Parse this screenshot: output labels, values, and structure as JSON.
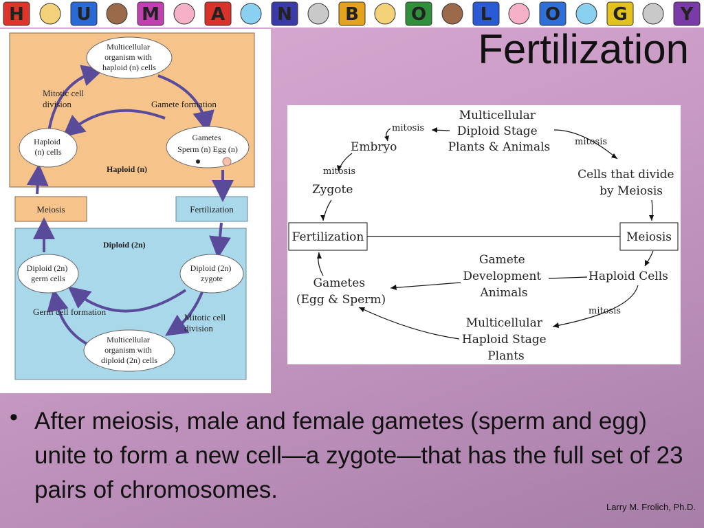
{
  "slide": {
    "title": "Fertilization",
    "bullet": "After meiosis, male and female gametes (sperm and egg) unite to form a new cell—a zygote—that has the full set of 23 pairs of chromosomes.",
    "credit": "Larry M. Frolich, Ph.D."
  },
  "banner": {
    "letters": [
      "H",
      "U",
      "M",
      "A",
      "N",
      "B",
      "O",
      "L",
      "O",
      "G",
      "Y"
    ],
    "colors": [
      "#e0342a",
      "#2a6ad6",
      "#c23fb2",
      "#d8322a",
      "#3a3aa8",
      "#e3a31f",
      "#2f8f3a",
      "#2a5ad6",
      "#2f6fd8",
      "#e3c21f",
      "#7a3aa8"
    ]
  },
  "left_diagram": {
    "haploid_zone_label": "Haploid (n)",
    "diploid_zone_label": "Diploid (2n)",
    "meiosis_label": "Meiosis",
    "fertilization_label": "Fertilization",
    "haploid_organism": [
      "Multicellular",
      "organism with",
      "haploid (n) cells"
    ],
    "mitotic_division_top": [
      "Mitotic cell",
      "division"
    ],
    "gamete_formation": "Gamete formation",
    "haploid_cells": [
      "Haploid",
      "(n) cells"
    ],
    "gametes": [
      "Gametes",
      "Sperm (n)   Egg (n)"
    ],
    "diploid_germ": [
      "Diploid (2n)",
      "germ cells"
    ],
    "diploid_zygote": [
      "Diploid (2n)",
      "zygote"
    ],
    "germ_cell_formation": "Germ cell formation",
    "mitotic_division_bottom": [
      "Mitotic cell",
      "division"
    ],
    "diploid_organism": [
      "Multicellular",
      "organism with",
      "diploid (2n) cells"
    ]
  },
  "right_diagram": {
    "diploid_stage": [
      "Multicellular",
      "Diploid Stage",
      "Plants & Animals"
    ],
    "mitosis_left": "mitosis",
    "mitosis_right": "mitosis",
    "embryo": "Embryo",
    "mitosis_embryo": "mitosis",
    "zygote": "Zygote",
    "cells_divide": [
      "Cells that divide",
      "by Meiosis"
    ],
    "fertilization_box": "Fertilization",
    "meiosis_box": "Meiosis",
    "gamete_development": [
      "Gamete",
      "Development",
      "Animals"
    ],
    "haploid_cells": "Haploid Cells",
    "gametes": [
      "Gametes",
      "(Egg & Sperm)"
    ],
    "mitosis_bottom": "mitosis",
    "haploid_stage": [
      "Multicellular",
      "Haploid Stage",
      "Plants"
    ]
  }
}
